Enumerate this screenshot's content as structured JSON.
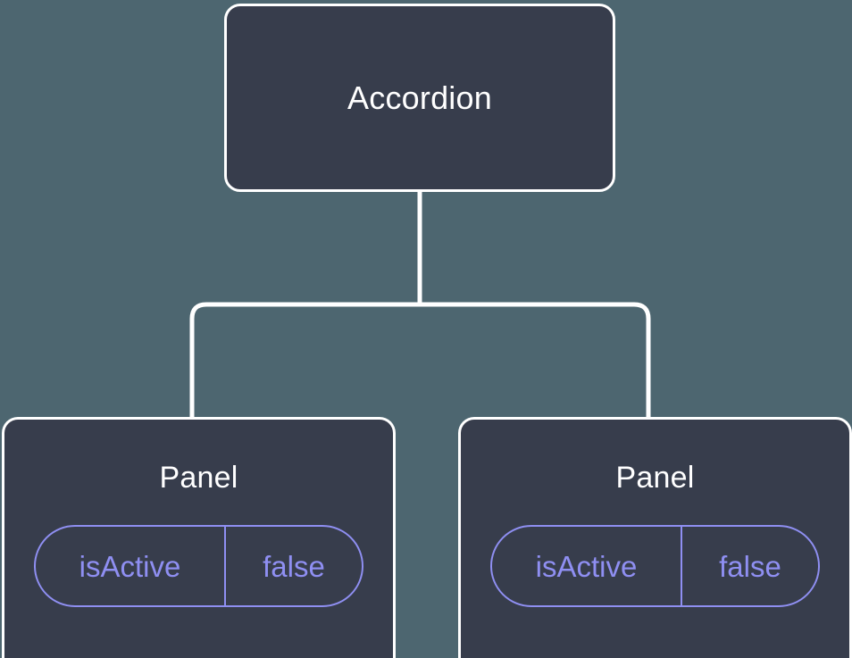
{
  "diagram": {
    "type": "component-tree",
    "background_color": "#4d6670",
    "node_fill_color": "#373d4c",
    "node_border_color": "#ffffff",
    "connector_color": "#ffffff",
    "state_accent_color": "#8f8ff2",
    "root": {
      "label": "Accordion"
    },
    "children": [
      {
        "label": "Panel",
        "state": {
          "key": "isActive",
          "value": "false"
        }
      },
      {
        "label": "Panel",
        "state": {
          "key": "isActive",
          "value": "false"
        }
      }
    ]
  }
}
